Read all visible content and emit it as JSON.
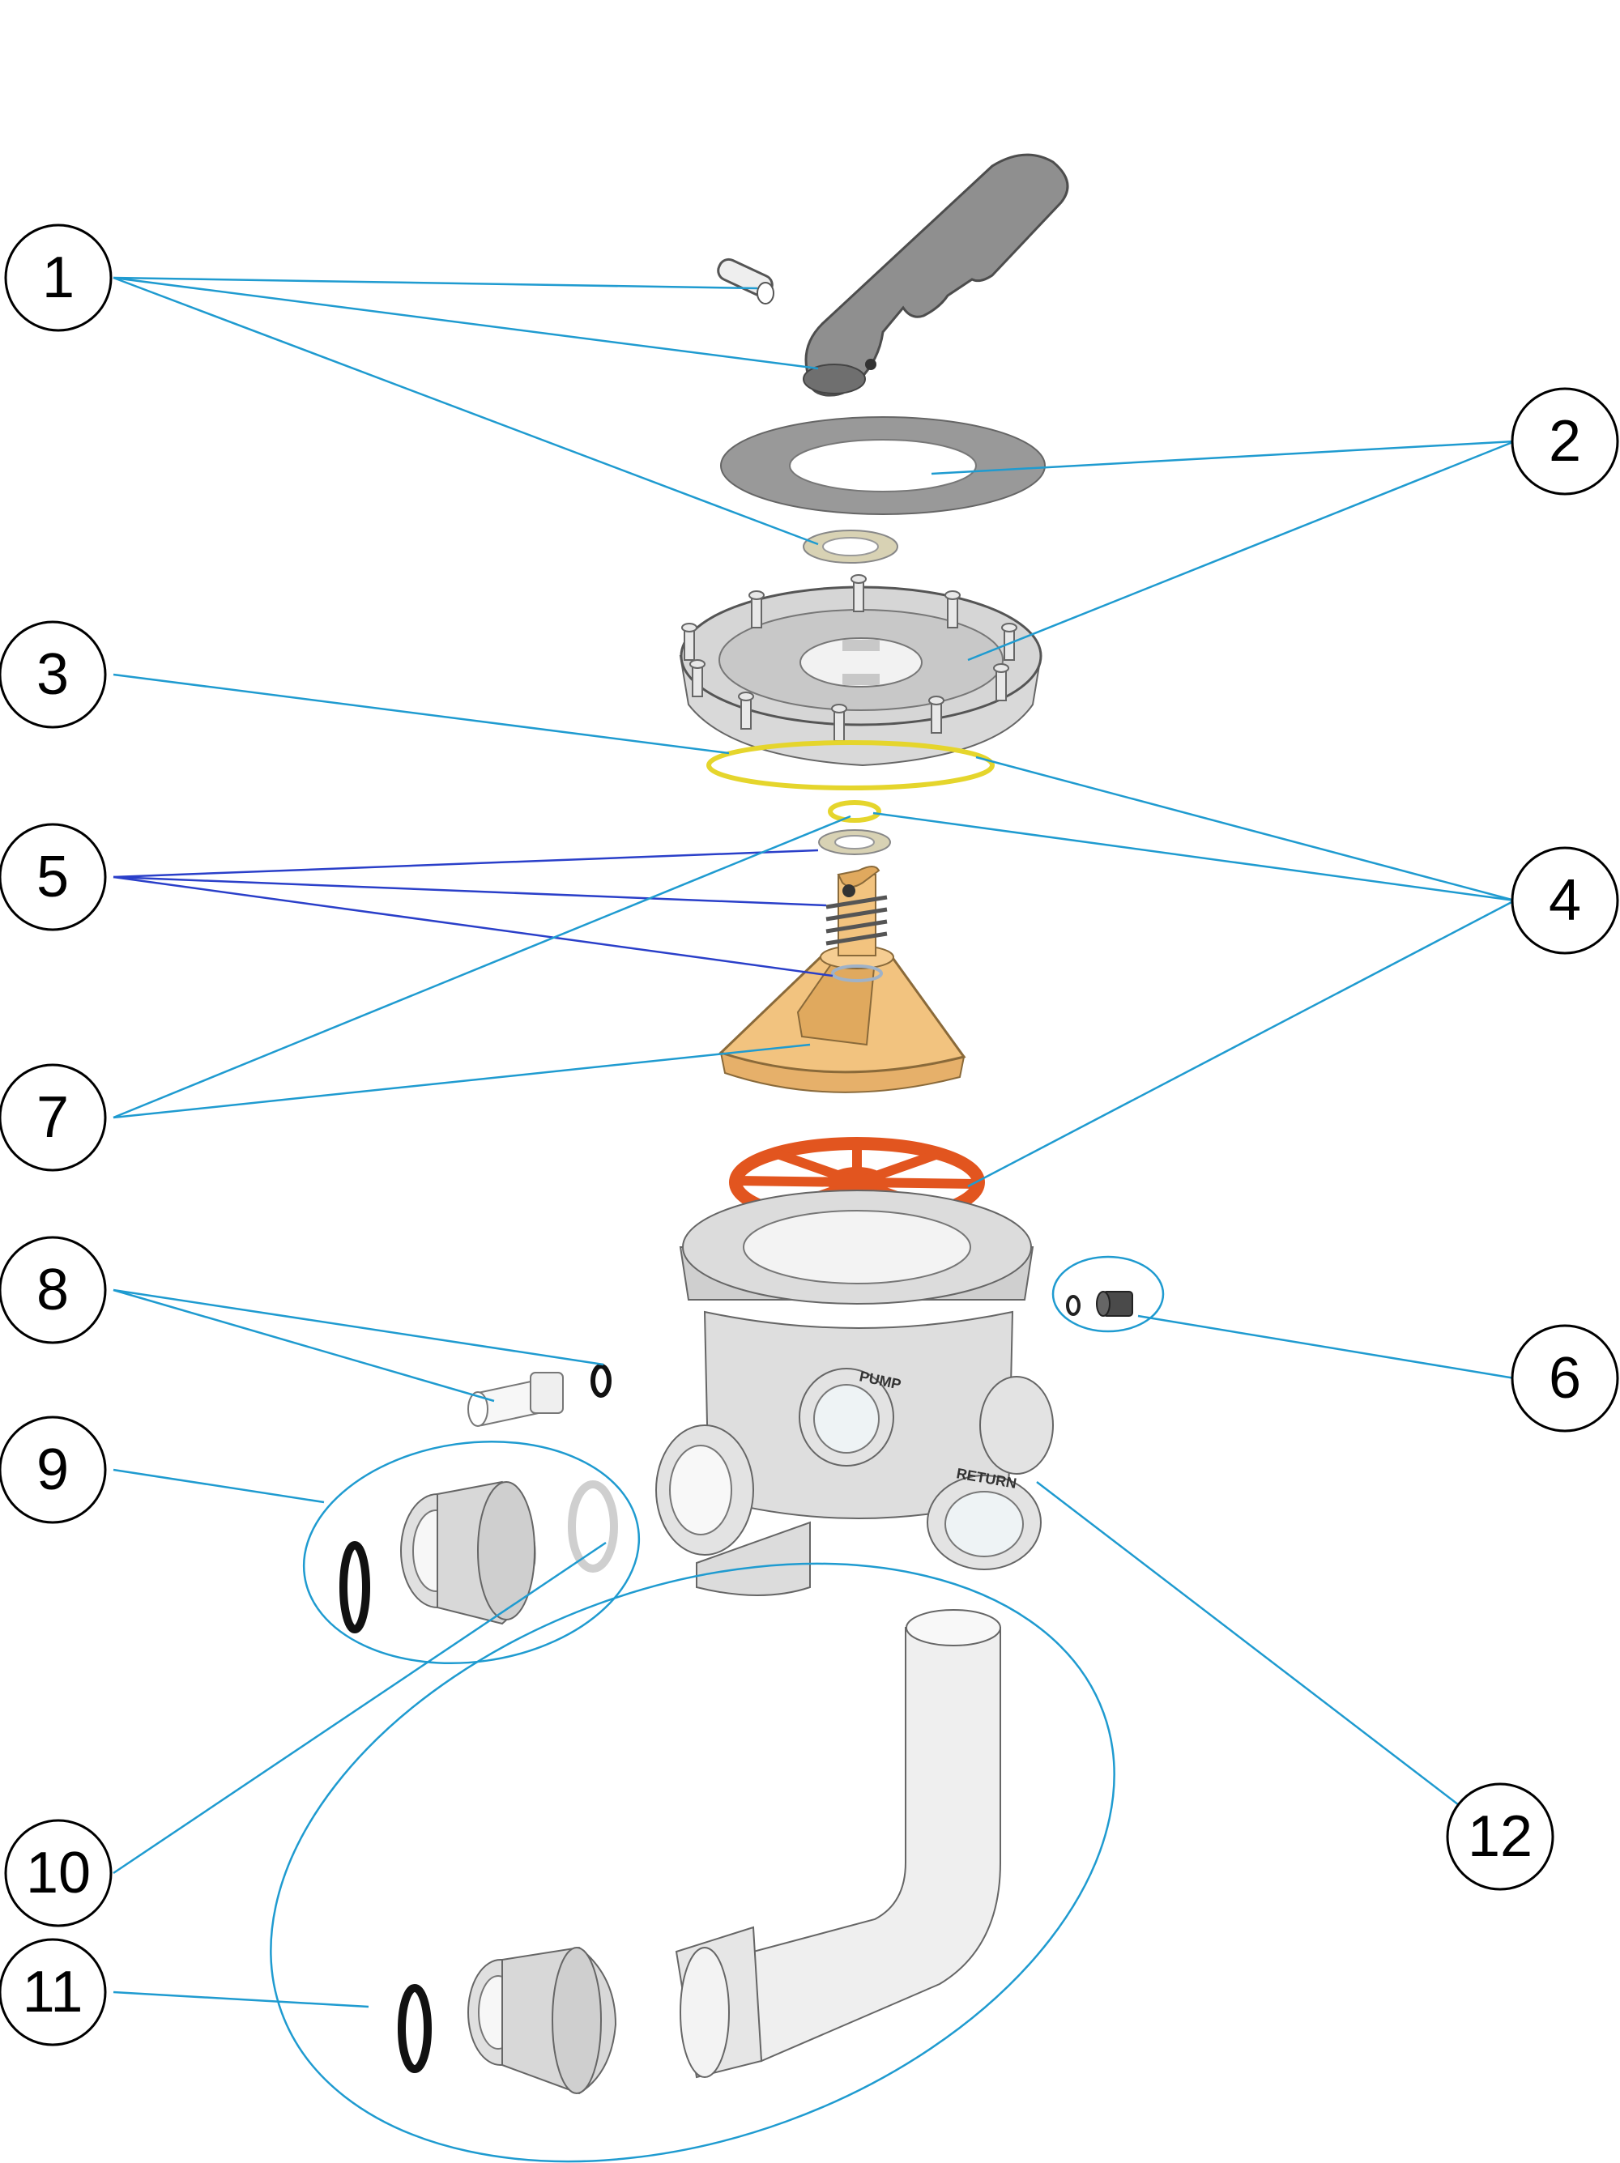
{
  "callouts": [
    {
      "number": "1"
    },
    {
      "number": "2"
    },
    {
      "number": "3"
    },
    {
      "number": "4"
    },
    {
      "number": "5"
    },
    {
      "number": "6"
    },
    {
      "number": "7"
    },
    {
      "number": "8"
    },
    {
      "number": "9"
    },
    {
      "number": "10"
    },
    {
      "number": "11"
    },
    {
      "number": "12"
    }
  ],
  "body_labels": {
    "pump": "PUMP",
    "return": "RETURN"
  },
  "colors": {
    "leader": "#1f9bd0",
    "leader_alt": "#2a3fc9",
    "handle": "#8f8f8f",
    "rotor": "#f2c37f",
    "gasket_cross": "#e2551f",
    "oring": "#e5d52c"
  }
}
